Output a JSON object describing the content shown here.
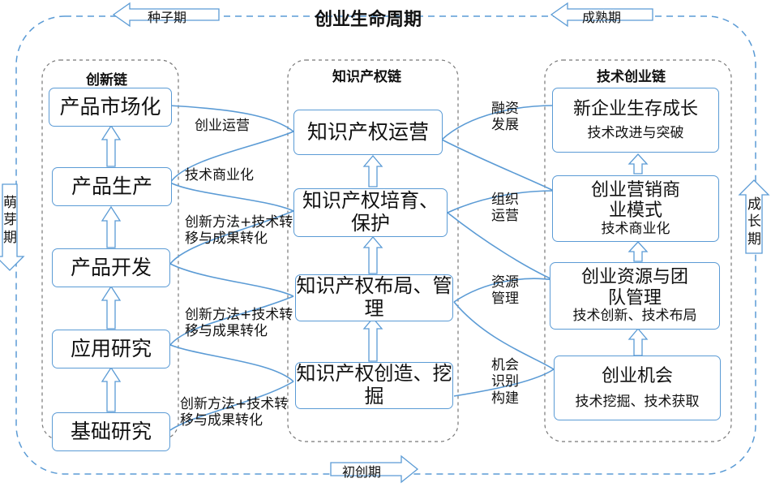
{
  "title": "创业生命周期",
  "stages": {
    "seed": "种子期",
    "mature": "成熟期",
    "sprout": "萌芽期",
    "growth": "成长期",
    "startup": "初创期"
  },
  "chains": {
    "innovation": {
      "title": "创新链",
      "items": [
        "产品市场化",
        "产品生产",
        "产品开发",
        "应用研究",
        "基础研究"
      ]
    },
    "ip": {
      "title": "知识产权链",
      "items": [
        "知识产权运营",
        "知识产权培育、保护",
        "知识产权布局、管理",
        "知识产权创造、挖掘"
      ]
    },
    "tech": {
      "title": "技术创业链",
      "items": [
        {
          "main": "新企业生存成长",
          "sub": "技术改进与突破"
        },
        {
          "main": "创业营销商业模式",
          "sub": "技术商业化"
        },
        {
          "main": "创业资源与团队管理",
          "sub": "技术创新、技术布局"
        },
        {
          "main": "创业机会",
          "sub": "技术挖掘、技术获取"
        }
      ]
    }
  },
  "left_links": [
    "创业运营",
    "技术商业化",
    "创新方法+技术转移与成果转化",
    "创新方法+技术转移与成果转化",
    "创新方法+技术转移与成果转化"
  ],
  "right_links": [
    "融资发展",
    "组织运营",
    "资源管理",
    "机会识别构建"
  ]
}
